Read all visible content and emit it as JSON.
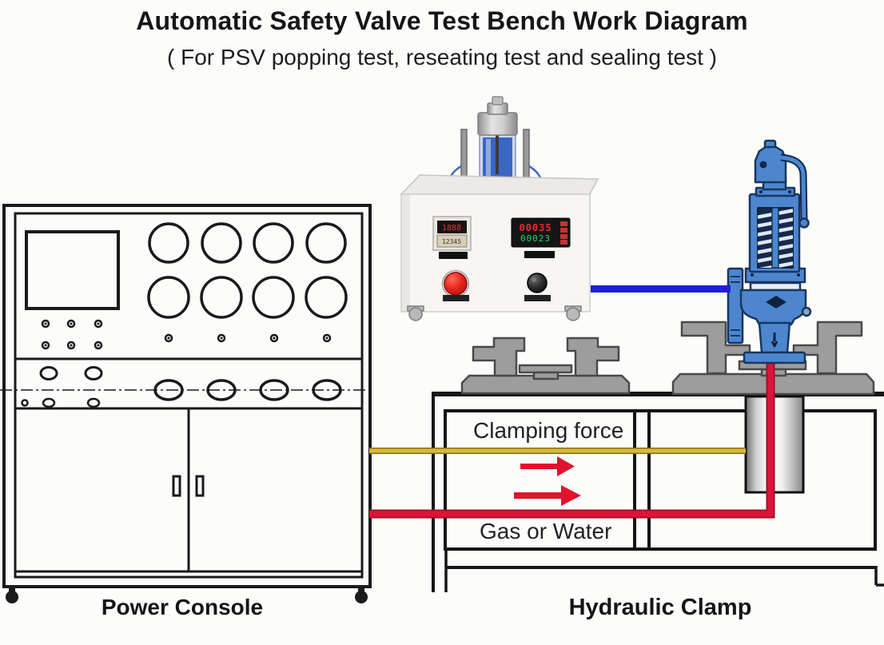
{
  "header": {
    "title": "Automatic Safety Valve Test Bench Work Diagram",
    "subtitle": "( For PSV popping test, reseating test and sealing test )"
  },
  "labels": {
    "power_console": "Power Console",
    "hydraulic_clamp": "Hydraulic Clamp",
    "clamping_force": "Clamping force",
    "gas_or_water": "Gas or Water"
  },
  "control_unit": {
    "left_display": {
      "top_value": "1888",
      "bottom_value": "12345"
    },
    "right_display": {
      "red_value": "00035",
      "green_value": "00023"
    }
  },
  "colors": {
    "signal_blue": "#2121cc",
    "pipe_red": "#dc1438",
    "clamp_force_yellow": "#ddb93a",
    "valve_blue": "#4d86cf",
    "valve_outline": "#17365e",
    "fixture_gray": "#9d9d9d",
    "line_black": "#1a1a1a"
  }
}
